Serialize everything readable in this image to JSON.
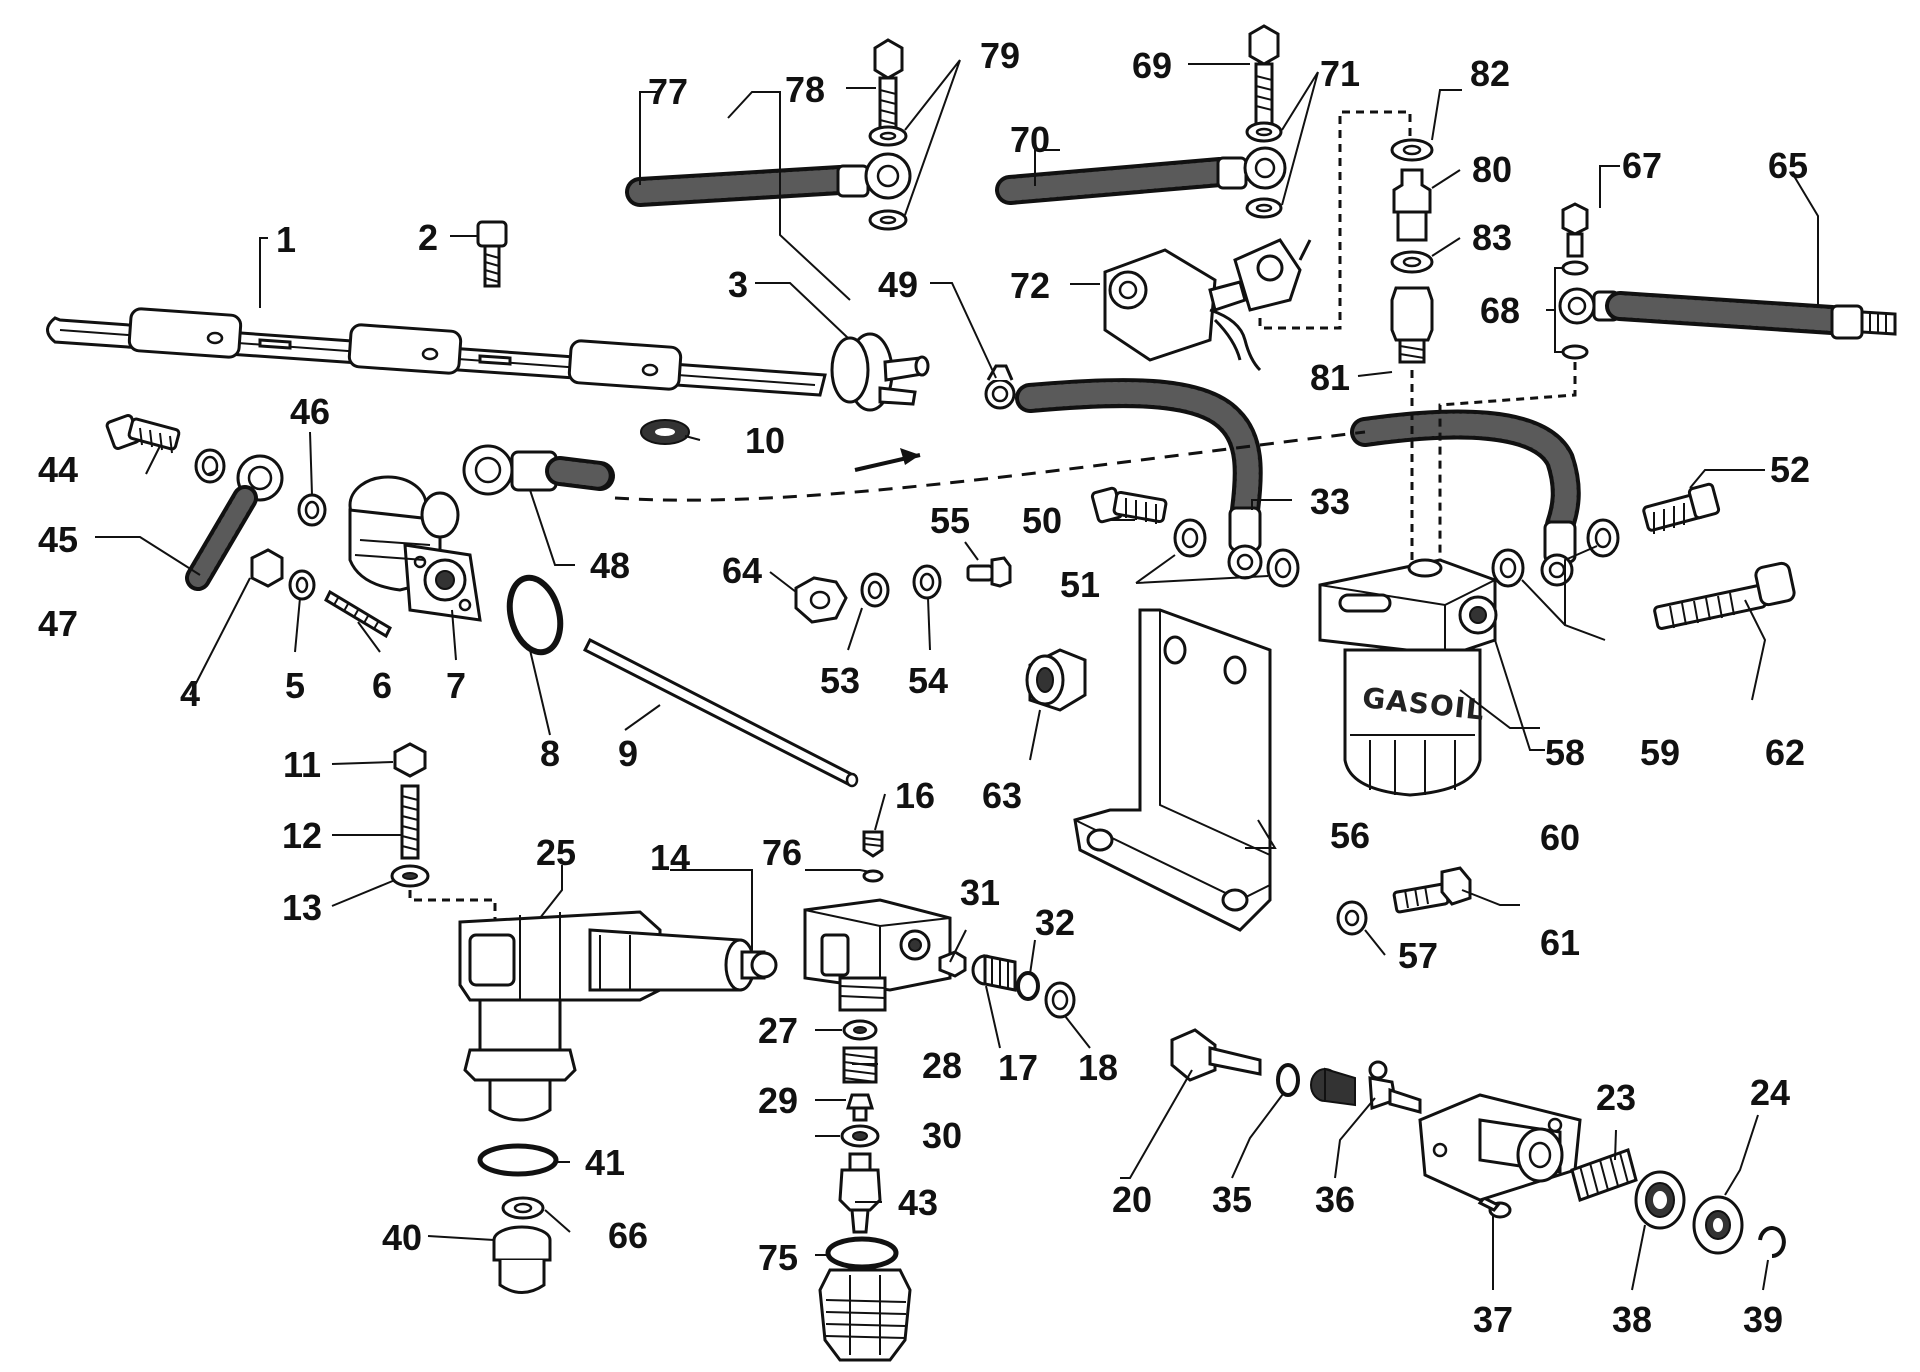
{
  "diagram": {
    "brand_text": "GASOIL",
    "part_labels": [
      "1",
      "2",
      "3",
      "4",
      "5",
      "6",
      "7",
      "8",
      "9",
      "10",
      "11",
      "12",
      "13",
      "14",
      "16",
      "17",
      "18",
      "20",
      "23",
      "24",
      "25",
      "27",
      "28",
      "29",
      "30",
      "31",
      "32",
      "33",
      "35",
      "36",
      "37",
      "38",
      "39",
      "40",
      "41",
      "43",
      "44",
      "45",
      "46",
      "47",
      "48",
      "49",
      "50",
      "51",
      "52",
      "53",
      "54",
      "55",
      "56",
      "57",
      "58",
      "59",
      "60",
      "61",
      "62",
      "63",
      "64",
      "65",
      "66",
      "67",
      "68",
      "69",
      "70",
      "71",
      "72",
      "75",
      "76",
      "77",
      "78",
      "79",
      "80",
      "81",
      "82",
      "83"
    ]
  }
}
